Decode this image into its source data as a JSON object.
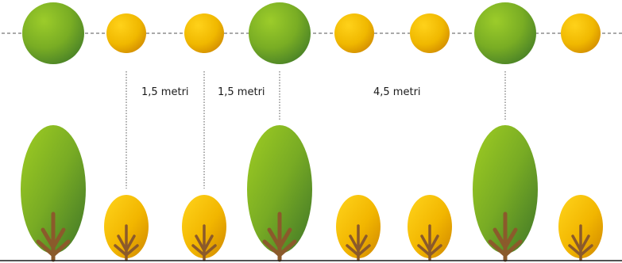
{
  "spacing_labels": [
    "1,5 metri",
    "1,5 metri",
    "4,5 metri"
  ],
  "plan_view": {
    "trees": [
      "large",
      "small",
      "small",
      "large",
      "small",
      "small",
      "large",
      "small"
    ]
  },
  "elevation_view": {
    "trees": [
      "large",
      "small",
      "small",
      "large",
      "small",
      "small",
      "large",
      "small"
    ]
  },
  "colors": {
    "large_tree_light": "#8dc21f",
    "large_tree_dark": "#3f7a25",
    "small_tree_light": "#f6c900",
    "small_tree_dark": "#d48f00",
    "trunk": "#8b5a2b",
    "ground_line": "#1a1a1a",
    "guide_line": "#555555"
  }
}
